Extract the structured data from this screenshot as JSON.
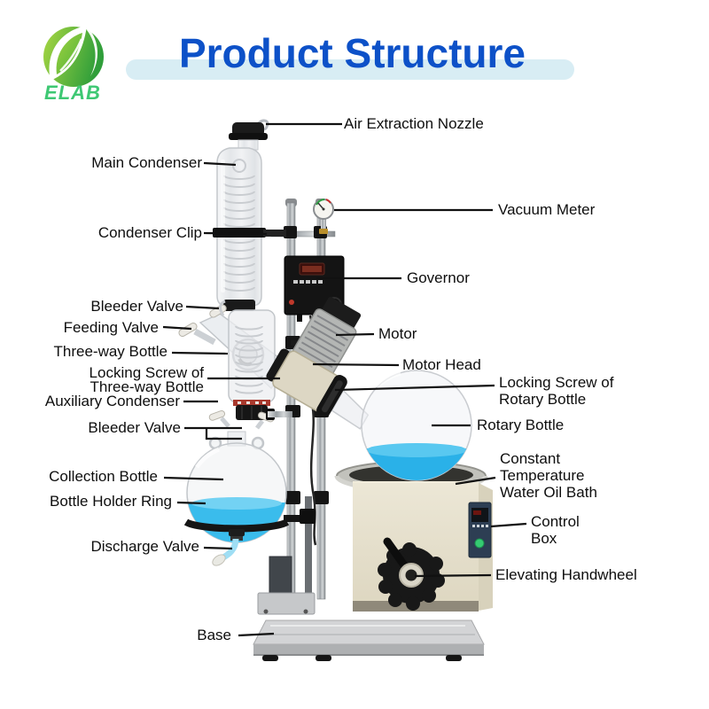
{
  "logo": {
    "brand": "ELAB"
  },
  "header": {
    "title": "Product Structure"
  },
  "colors": {
    "title_blue": "#0d51c8",
    "band_blue": "#d8edf4",
    "logo_green": "#35a53a",
    "logo_text_green": "#3ec873",
    "liquid_blue": "#2ab1e8",
    "bath_beige": "#e8e3d0",
    "label_black": "#0e0e0e"
  },
  "diagram": {
    "labels": {
      "air_extraction_nozzle": {
        "lines": [
          "Air Extraction Nozzle"
        ]
      },
      "main_condenser": {
        "lines": [
          "Main Condenser"
        ]
      },
      "vacuum_meter": {
        "lines": [
          "Vacuum Meter"
        ]
      },
      "condenser_clip": {
        "lines": [
          "Condenser Clip"
        ]
      },
      "governor": {
        "lines": [
          "Governor"
        ]
      },
      "bleeder_valve_top": {
        "lines": [
          "Bleeder Valve"
        ]
      },
      "feeding_valve": {
        "lines": [
          "Feeding Valve"
        ]
      },
      "motor": {
        "lines": [
          "Motor"
        ]
      },
      "three_way_bottle": {
        "lines": [
          "Three-way Bottle"
        ]
      },
      "motor_head": {
        "lines": [
          "Motor Head"
        ]
      },
      "locking_screw_three_way": {
        "lines": [
          "Locking Screw of",
          "Three-way Bottle"
        ]
      },
      "locking_screw_rotary": {
        "lines": [
          "Locking Screw of",
          "Rotary Bottle"
        ]
      },
      "auxiliary_condenser": {
        "lines": [
          "Auxiliary Condenser"
        ]
      },
      "bleeder_valve_bottom": {
        "lines": [
          "Bleeder Valve"
        ]
      },
      "rotary_bottle": {
        "lines": [
          "Rotary Bottle"
        ]
      },
      "collection_bottle": {
        "lines": [
          "Collection Bottle"
        ]
      },
      "water_oil_bath": {
        "lines": [
          "Constant",
          "Temperature",
          "Water Oil Bath"
        ]
      },
      "bottle_holder_ring": {
        "lines": [
          "Bottle Holder Ring"
        ]
      },
      "control_box": {
        "lines": [
          "Control",
          "Box"
        ]
      },
      "discharge_valve": {
        "lines": [
          "Discharge Valve"
        ]
      },
      "elevating_handwheel": {
        "lines": [
          "Elevating Handwheel"
        ]
      },
      "base": {
        "lines": [
          "Base"
        ]
      }
    }
  }
}
